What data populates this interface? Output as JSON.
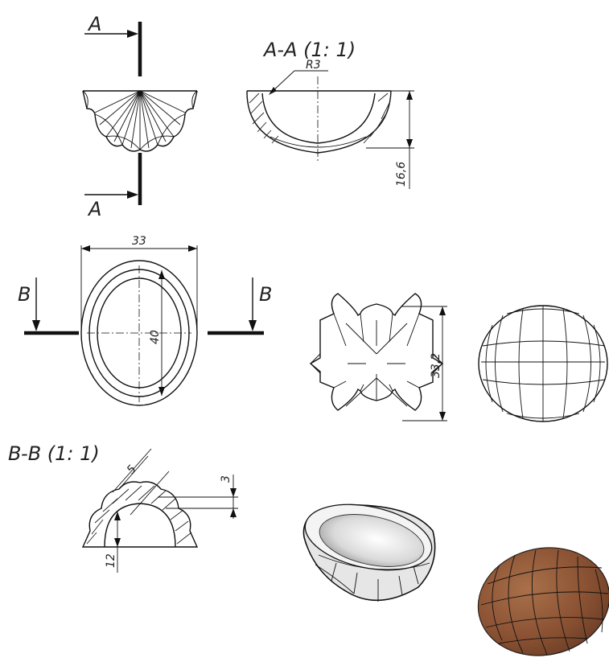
{
  "section_aa": {
    "title": "A-A (1: 1)",
    "marker_label": "A",
    "radius_label": "R3",
    "height_label": "16,6"
  },
  "plan_view": {
    "width_label": "33",
    "height_label": "40",
    "section_marker_label": "B"
  },
  "side_view": {
    "height_label": "33,2"
  },
  "section_bb": {
    "title": "B-B (1: 1)",
    "thickness_label": "5",
    "rib_height_label": "3",
    "height_label": "12"
  },
  "renders": {
    "shell_half_color": "#e6e6e6",
    "whole_nut_color": "#8a5233"
  }
}
